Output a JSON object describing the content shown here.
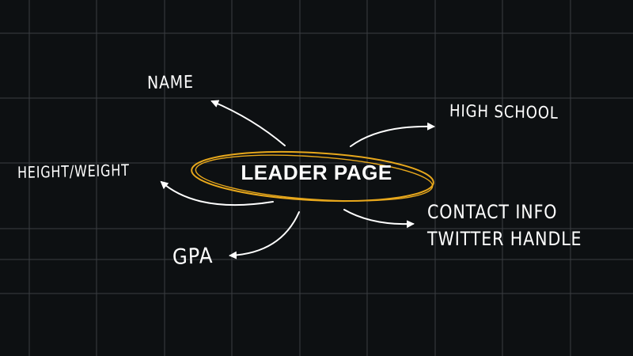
{
  "center": {
    "title": "LEADER PAGE"
  },
  "branches": {
    "name": "NAME",
    "high_school": "HIGH SCHOOL",
    "height_weight": "HEIGHT/WEIGHT",
    "contact_lines": [
      "CONTACT INFO",
      "TWITTER HANDLE"
    ],
    "gpa": "GPA"
  },
  "colors": {
    "background": "#0d1012",
    "grid": "#3a3e42",
    "text": "#ffffff",
    "ellipse": "#e8a81c",
    "arrow": "#ffffff"
  }
}
